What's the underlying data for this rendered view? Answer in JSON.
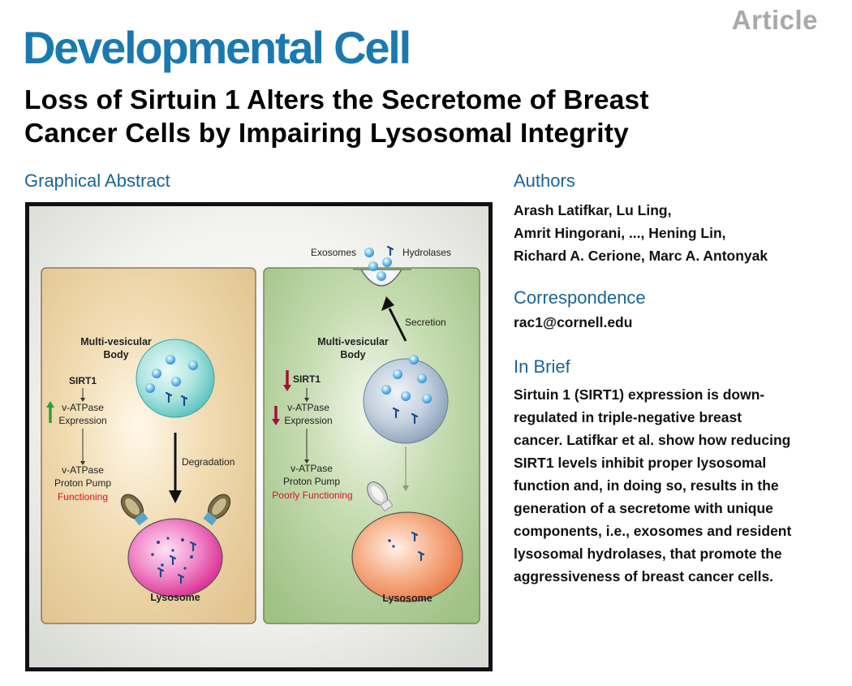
{
  "header": {
    "article_type": "Article",
    "journal": "Developmental Cell",
    "title_line1": "Loss of Sirtuin 1 Alters the Secretome of Breast",
    "title_line2": "Cancer Cells by Impairing Lysosomal Integrity"
  },
  "graphical_abstract": {
    "heading": "Graphical Abstract",
    "left_panel": {
      "mvb_line1": "Multi-vesicular",
      "mvb_line2": "Body",
      "sirt1": "SIRT1",
      "vatpase_line1": "v-ATPase",
      "vatpase_line2": "Expression",
      "pump_line1": "v-ATPase",
      "pump_line2": "Proton Pump",
      "status": "Functioning",
      "arrow_label": "Degradation",
      "lysosome": "Lysosome"
    },
    "right_panel": {
      "exosomes": "Exosomes",
      "hydrolases": "Hydrolases",
      "secretion": "Secretion",
      "mvb_line1": "Multi-vesicular",
      "mvb_line2": "Body",
      "sirt1": "SIRT1",
      "vatpase_line1": "v-ATPase",
      "vatpase_line2": "Expression",
      "pump_line1": "v-ATPase",
      "pump_line2": "Proton Pump",
      "status": "Poorly Functioning",
      "lysosome": "Lysosome"
    },
    "colors": {
      "left_bg": "#e9cf9f",
      "right_bg": "#a9c98f",
      "left_lysosome": "#e23b9d",
      "right_lysosome": "#ee8a5f",
      "arrow_up": "#2d9e3a",
      "arrow_down": "#a3103a",
      "status_red": "#e0102a"
    }
  },
  "authors": {
    "heading": "Authors",
    "line1": "Arash Latifkar, Lu Ling,",
    "line2": "Amrit Hingorani, ..., Hening Lin,",
    "line3": "Richard A. Cerione, Marc A. Antonyak"
  },
  "correspondence": {
    "heading": "Correspondence",
    "email": "rac1@cornell.edu"
  },
  "in_brief": {
    "heading": "In Brief",
    "lines": [
      "Sirtuin 1 (SIRT1) expression is down-",
      "regulated in triple-negative breast",
      "cancer. Latifkar et al. show how reducing",
      "SIRT1 levels inhibit proper lysosomal",
      "function and, in doing so, results in the",
      "generation of a secretome with unique",
      "components, i.e., exosomes and resident",
      "lysosomal hydrolases, that promote the",
      "aggressiveness of breast cancer cells."
    ]
  }
}
